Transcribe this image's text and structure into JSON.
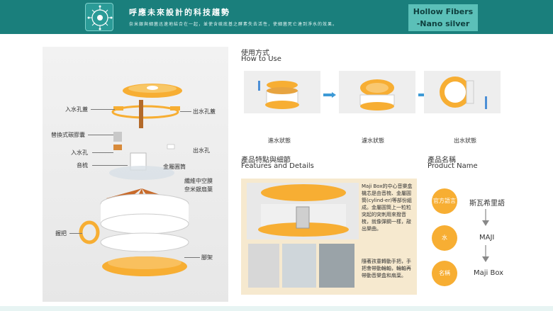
{
  "header": {
    "title": "呼應未來設計的科技趨勢",
    "subtitle": "奈米銀與細菌迅速地結合在一起，並使含硫底基之酵素失去活性，使細菌死亡達到淨水的效果。",
    "right_line1": "Hollow Fibers",
    "right_line2": "-Nano silver"
  },
  "exploded": {
    "labels": {
      "inlet_cap": "入水孔蓋",
      "outlet_cap": "出水孔蓋",
      "capsule": "替換式碳膠囊",
      "inlet": "入水孔",
      "outlet": "出水孔",
      "comb": "音梳",
      "cylinder": "金屬圓筒",
      "membrane": "纖維中空膜",
      "blade": "奈米銀扇葉",
      "handle": "握把",
      "stand": "腳架"
    }
  },
  "how_to_use": {
    "title_zh": "使用方式",
    "title_en": "How to Use",
    "steps": [
      "進水狀態",
      "濾水狀態",
      "出水狀態"
    ]
  },
  "features": {
    "title_zh": "產品特點與細節",
    "title_en": "Features and Details",
    "para1": "Maji Box的中心音樂盒機芯是由音梳、金屬圓筒(cylind-er)等部份組成。金屬圓筒上一粒粒突起的突刺用來撥音梳，就像彈鋼一樣，敲出樂曲。",
    "para2": "隨著孩童轉動手把，手把會帶動輪軸，輪軸再帶動音樂盒和扇葉。"
  },
  "product_name": {
    "title_zh": "產品名稱",
    "title_en": "Product Name",
    "rows": [
      {
        "badge": "官方語言",
        "value": "斯瓦希里語"
      },
      {
        "badge": "水",
        "value": "MAJI"
      },
      {
        "badge": "名稱",
        "value": "Maji Box"
      }
    ]
  },
  "colors": {
    "teal": "#1a7f7c",
    "orange": "#f7ae33",
    "feature_bg": "#f6e9cf",
    "arrow_blue": "#3d9ad6"
  }
}
